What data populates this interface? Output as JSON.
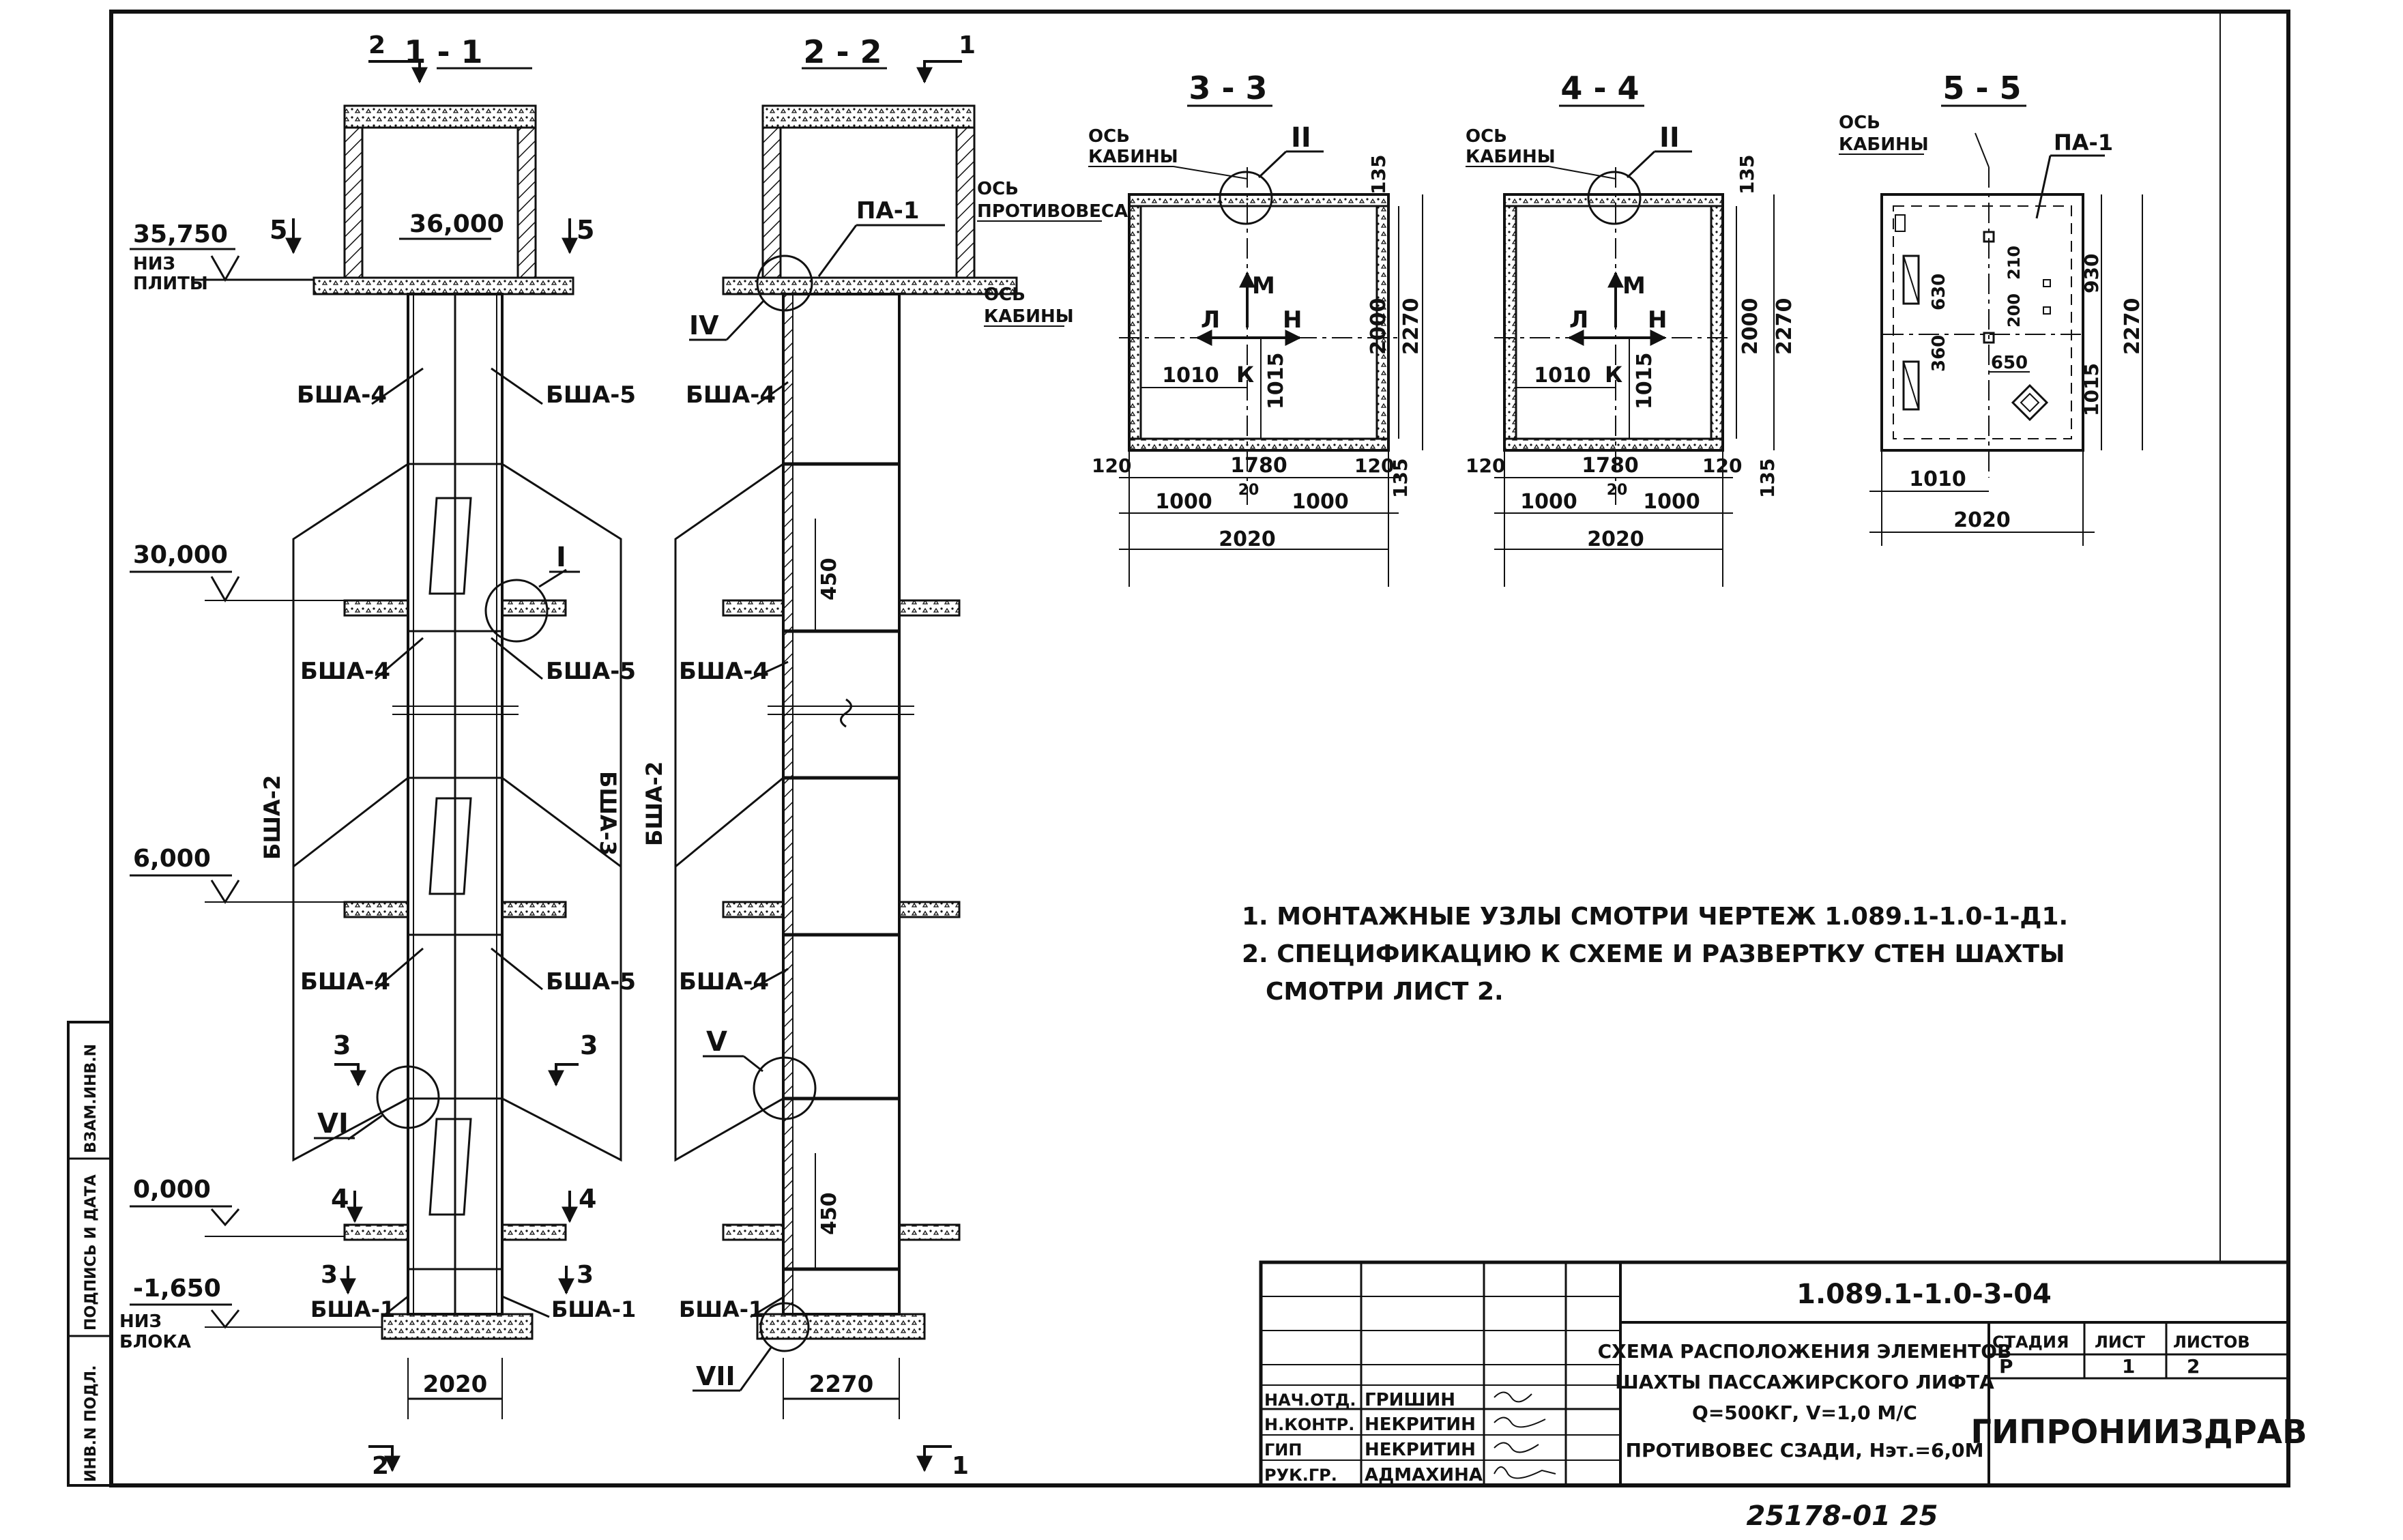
{
  "sections": {
    "s11": "1 - 1",
    "s22": "2 - 2",
    "s33": "3 - 3",
    "s44": "4 - 4",
    "s55": "5 - 5"
  },
  "markers": {
    "cut2_top": "2",
    "cut1_top": "1",
    "cut5_left": "5",
    "cut5_right": "5",
    "cut3_left": "3",
    "cut3_right": "3",
    "cut4_left": "4",
    "cut4_right": "4",
    "cut3b_left": "3",
    "cut3b_right": "3",
    "cut2_bottom": "2",
    "cut1_bottom": "1"
  },
  "levels": {
    "l35750": "35,750",
    "l36000": "36,000",
    "l30000": "30,000",
    "l6000": "6,000",
    "l0000": "0,000",
    "l1650": "-1,650",
    "niz_plity_1": "НИЗ",
    "niz_plity_2": "ПЛИТЫ",
    "niz_bloka_1": "НИЗ",
    "niz_bloka_2": "БЛОКА"
  },
  "blocks": {
    "bsha4": "БША-4",
    "bsha5": "БША-5",
    "bsha2": "БША-2",
    "bsha3": "БША-3",
    "bsha1": "БША-1",
    "pa1": "ПА-1"
  },
  "nodes": {
    "I": "I",
    "II": "II",
    "IV": "IV",
    "V": "V",
    "VI": "VI",
    "VII": "VII"
  },
  "axes": {
    "os": "ОСЬ",
    "kabiny": "КАБИНЫ",
    "protivovesa": "ПРОТИВОВЕСА"
  },
  "plan_letters": {
    "M": "M",
    "L": "Л",
    "N": "Н",
    "K": "К"
  },
  "dims": {
    "d2020": "2020",
    "d2270": "2270",
    "d450": "450",
    "d135": "135",
    "d2000": "2000",
    "d1010": "1010",
    "d1015": "1015",
    "d120": "120",
    "d1780": "1780",
    "d1000": "1000",
    "d20": "20",
    "d930": "930",
    "d630": "630",
    "d360": "360",
    "d210": "210",
    "d200": "200",
    "d650": "650"
  },
  "notes": {
    "n1": "1. МОНТАЖНЫЕ УЗЛЫ СМОТРИ ЧЕРТЕЖ 1.089.1-1.0-1-Д1.",
    "n2a": "2. СПЕЦИФИКАЦИЮ К СХЕМЕ И РАЗВЕРТКУ СТЕН ШАХТЫ",
    "n2b": "СМОТРИ ЛИСТ 2."
  },
  "side_stamp": {
    "inv_podl": "ИНВ.N ПОДЛ.",
    "podpis": "ПОДПИСЬ И ДАТА",
    "vzam": "ВЗАМ.ИНВ.N"
  },
  "title_block": {
    "code": "1.089.1-1.0-3-04",
    "title1": "СХЕМА РАСПОЛОЖЕНИЯ ЭЛЕМЕНТОВ",
    "title2": "ШАХТЫ ПАССАЖИРСКОГО ЛИФТА",
    "title3": "Q=500КГ, V=1,0 М/С",
    "title4": "ПРОТИВОВЕС СЗАДИ, Нэт.=6,0М",
    "stage_h": "СТАДИЯ",
    "sheet_h": "ЛИСТ",
    "sheets_h": "ЛИСТОВ",
    "stage": "Р",
    "sheet": "1",
    "sheets": "2",
    "org": "ГИПРОНИИЗДРАВ",
    "roles": [
      "НАЧ.ОТД.",
      "Н.КОНТР.",
      "ГИП",
      "РУК.ГР."
    ],
    "names": [
      "ГРИШИН",
      "НЕКРИТИН",
      "НЕКРИТИН",
      "АДМАХИНА"
    ]
  },
  "footer": "25178-01 25"
}
